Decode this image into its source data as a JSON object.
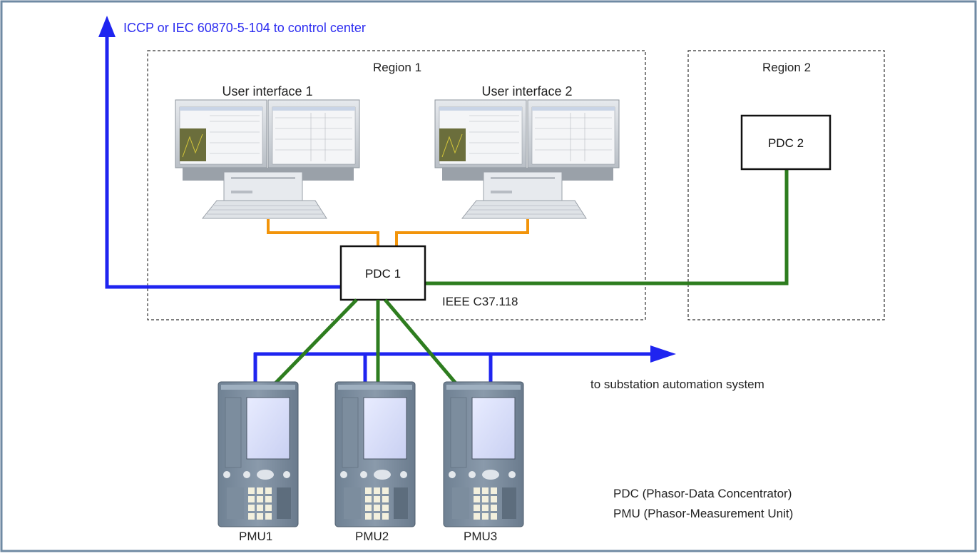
{
  "top_link_label": "ICCP or IEC 60870-5-104 to control center",
  "regions": {
    "region1_label": "Region 1",
    "region2_label": "Region 2"
  },
  "workstations": [
    {
      "label": "User interface 1"
    },
    {
      "label": "User interface 2"
    }
  ],
  "pdcs": {
    "pdc1_label": "PDC 1",
    "pdc2_label": "PDC 2"
  },
  "protocol_label": "IEEE C37.118",
  "substation_label": "to substation automation system",
  "pmus": [
    {
      "label": "PMU1"
    },
    {
      "label": "PMU2"
    },
    {
      "label": "PMU3"
    }
  ],
  "legend": {
    "pdc": "PDC (Phasor-Data Concentrator)",
    "pmu": "PMU (Phasor-Measurement Unit)"
  },
  "colors": {
    "blue_link": "#1f24f0",
    "green_link": "#2e7d1f",
    "orange_link": "#f2940a",
    "frame": "#6f8aa3",
    "top_label": "#2b2bf0"
  }
}
